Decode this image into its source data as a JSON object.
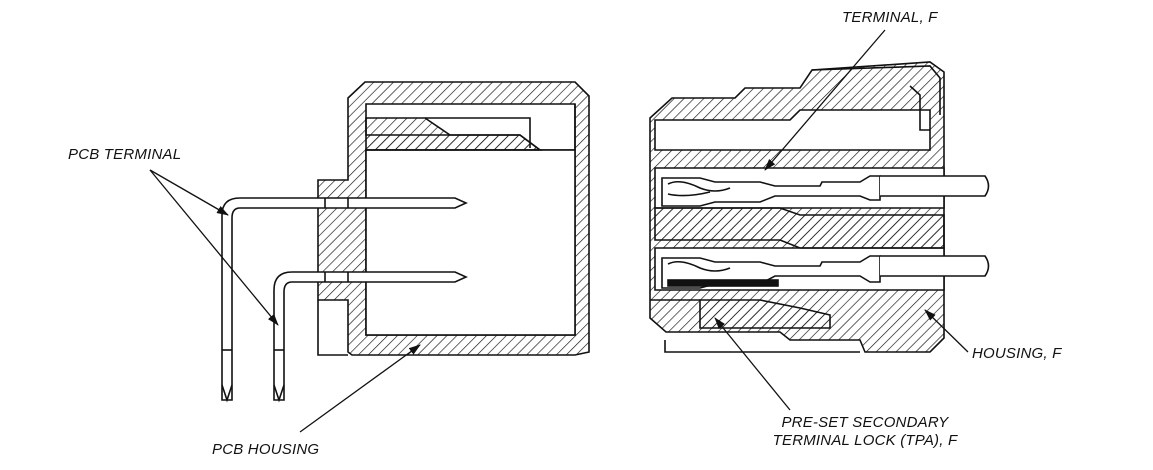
{
  "labels": {
    "pcb_terminal": "PCB TERMINAL",
    "pcb_housing": "PCB HOUSING",
    "terminal_f": "TERMINAL, F",
    "housing_f": "HOUSING, F",
    "tpa_line1": "PRE-SET SECONDARY",
    "tpa_line2": "TERMINAL LOCK (TPA), F"
  },
  "colors": {
    "ink": "#111111",
    "background": "#ffffff"
  }
}
